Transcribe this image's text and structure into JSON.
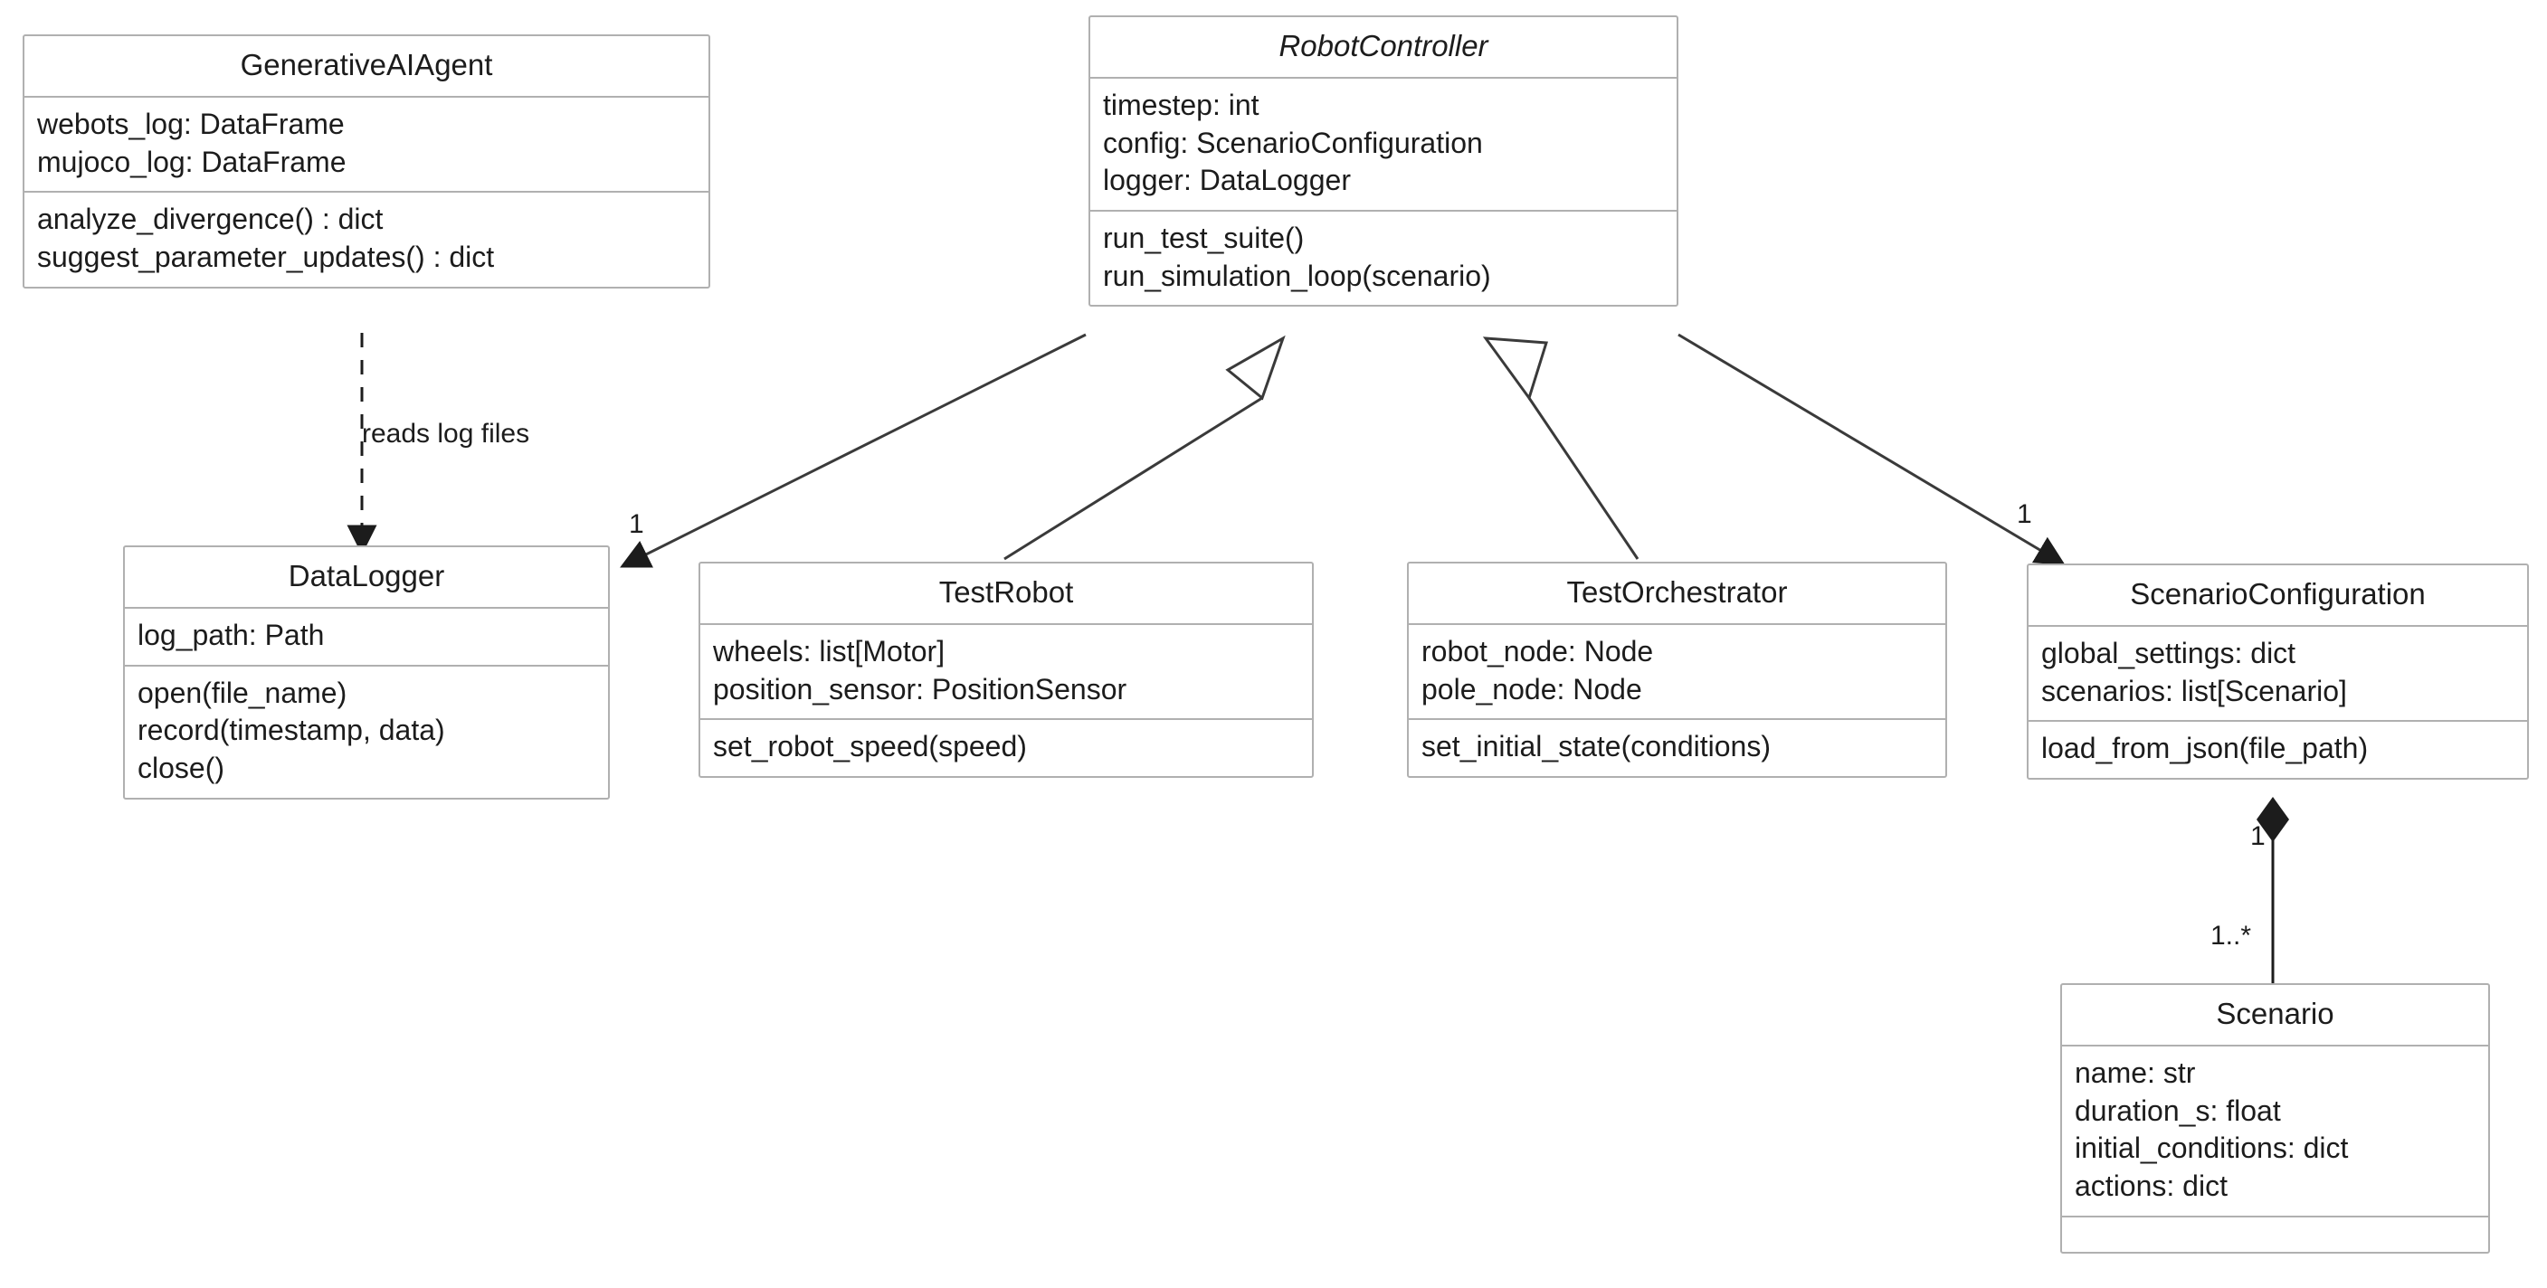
{
  "diagram": {
    "type": "uml-class-diagram",
    "classes": [
      {
        "id": "generative-ai-agent",
        "name": "GenerativeAIAgent",
        "abstract": false,
        "attributes": [
          "webots_log: DataFrame",
          "mujoco_log: DataFrame"
        ],
        "methods": [
          "analyze_divergence() : dict",
          "suggest_parameter_updates() : dict"
        ]
      },
      {
        "id": "robot-controller",
        "name": "RobotController",
        "abstract": true,
        "attributes": [
          "timestep: int",
          "config: ScenarioConfiguration",
          "logger: DataLogger"
        ],
        "methods": [
          "run_test_suite()",
          "run_simulation_loop(scenario)"
        ]
      },
      {
        "id": "data-logger",
        "name": "DataLogger",
        "abstract": false,
        "attributes": [
          "log_path: Path"
        ],
        "methods": [
          "open(file_name)",
          "record(timestamp, data)",
          "close()"
        ]
      },
      {
        "id": "test-robot",
        "name": "TestRobot",
        "abstract": false,
        "attributes": [
          "wheels: list[Motor]",
          "position_sensor: PositionSensor"
        ],
        "methods": [
          "set_robot_speed(speed)"
        ]
      },
      {
        "id": "test-orchestrator",
        "name": "TestOrchestrator",
        "abstract": false,
        "attributes": [
          "robot_node: Node",
          "pole_node: Node"
        ],
        "methods": [
          "set_initial_state(conditions)"
        ]
      },
      {
        "id": "scenario-configuration",
        "name": "ScenarioConfiguration",
        "abstract": false,
        "attributes": [
          "global_settings: dict",
          "scenarios: list[Scenario]"
        ],
        "methods": [
          "load_from_json(file_path)"
        ]
      },
      {
        "id": "scenario",
        "name": "Scenario",
        "abstract": false,
        "attributes": [
          "name: str",
          "duration_s: float",
          "initial_conditions: dict",
          "actions: dict"
        ],
        "methods": []
      }
    ],
    "relationships": [
      {
        "id": "agent-reads-logs",
        "kind": "dependency",
        "from": "GenerativeAIAgent",
        "to": "DataLogger",
        "label": "reads log files"
      },
      {
        "id": "controller-uses-logger",
        "kind": "association",
        "from": "RobotController",
        "to": "DataLogger",
        "label": "1"
      },
      {
        "id": "testrobot-inherits-controller",
        "kind": "generalization",
        "from": "TestRobot",
        "to": "RobotController",
        "label": ""
      },
      {
        "id": "orchestrator-inherits-controller",
        "kind": "generalization",
        "from": "TestOrchestrator",
        "to": "RobotController",
        "label": ""
      },
      {
        "id": "controller-uses-config",
        "kind": "association",
        "from": "RobotController",
        "to": "ScenarioConfiguration",
        "label": "1"
      },
      {
        "id": "config-composes-scenario",
        "kind": "composition",
        "from": "ScenarioConfiguration",
        "to": "Scenario",
        "source_label": "1",
        "target_label": "1..*"
      }
    ],
    "labels": {
      "reads_log_files": "reads log files",
      "mult_one_logger": "1",
      "mult_one_config": "1",
      "mult_one_composition": "1",
      "mult_one_or_more": "1..*"
    },
    "colors": {
      "box_border": "#b0b0b0",
      "text": "#1c1c1c",
      "line": "#3a3a3a",
      "background": "#ffffff"
    }
  }
}
